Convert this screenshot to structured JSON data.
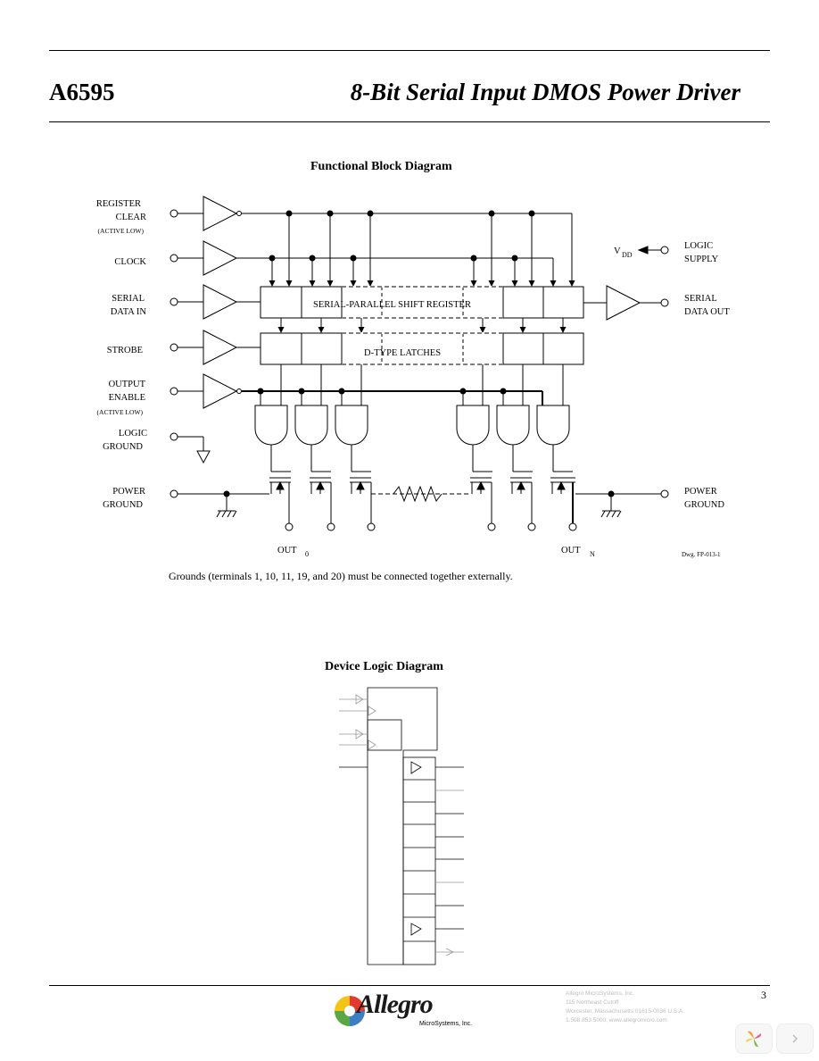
{
  "header": {
    "part_number": "A6595",
    "title": "8-Bit Serial Input DMOS Power Driver"
  },
  "block_diagram": {
    "title": "Functional Block Diagram",
    "inputs": {
      "register_clear": [
        "REGISTER",
        "CLEAR"
      ],
      "register_clear_note": "(ACTIVE LOW)",
      "clock": "CLOCK",
      "serial_data_in": [
        "SERIAL",
        "DATA IN"
      ],
      "strobe": "STROBE",
      "output_enable": [
        "OUTPUT",
        "ENABLE"
      ],
      "output_enable_note": "(ACTIVE LOW)",
      "logic_ground": [
        "LOGIC",
        "GROUND"
      ],
      "power_ground_left": [
        "POWER",
        "GROUND"
      ]
    },
    "right": {
      "vdd_main": "V",
      "vdd_sub": "DD",
      "logic_supply": [
        "LOGIC",
        "SUPPLY"
      ],
      "serial_data_out": [
        "SERIAL",
        "DATA OUT"
      ],
      "power_ground_right": [
        "POWER",
        "GROUND"
      ]
    },
    "blocks": {
      "shift_register": "SERIAL-PARALLEL SHIFT REGISTER",
      "latches": "D-TYPE LATCHES"
    },
    "outputs": {
      "out_first_main": "OUT",
      "out_first_sub": "0",
      "out_last_main": "OUT",
      "out_last_sub": "N"
    },
    "drawing_number": "Dwg. FP-013-1"
  },
  "note": "Grounds (terminals 1, 10, 11, 19, and 20) must be connected together externally.",
  "logic_diagram": {
    "title": "Device Logic Diagram"
  },
  "footer": {
    "page_number": "3",
    "logo_text": "Allegro",
    "logo_subtext": "MicroSystems, Inc.",
    "address_lines": [
      "Allegro MicroSystems, Inc.",
      "115 Northeast Cutoff",
      "Worcester, Massachusetts 01615-0036 U.S.A.",
      "1.508.853.5000; www.allegromicro.com"
    ]
  },
  "nav": {
    "prev_icon": "pinwheel-icon",
    "next_icon": "chevron-right-icon"
  }
}
